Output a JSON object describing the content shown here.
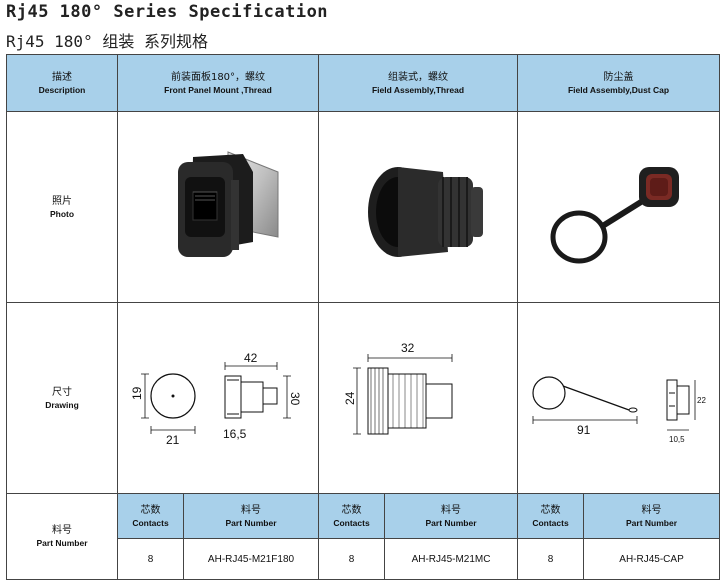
{
  "title_en": "Rj45 180° Series Specification",
  "title_zh": "Rj45 180° 组装 系列规格",
  "header": {
    "desc_zh": "描述",
    "desc_en": "Description",
    "col1_zh": "前装面板180°，螺纹",
    "col1_en": "Front Panel Mount ,Thread",
    "col2_zh": "组装式，螺纹",
    "col2_en": "Field Assembly,Thread",
    "col3_zh": "防尘盖",
    "col3_en": "Field Assembly,Dust Cap"
  },
  "rows": {
    "photo_zh": "照片",
    "photo_en": "Photo",
    "drawing_zh": "尺寸",
    "drawing_en": "Drawing",
    "part_zh": "料号",
    "part_en": "Part Number"
  },
  "drawings": {
    "d1": {
      "w": "42",
      "h": "30",
      "dia_h": "19",
      "dia_w": "21",
      "small": "16,5"
    },
    "d2": {
      "w": "32",
      "h": "24"
    },
    "d3": {
      "len": "91",
      "h": "22",
      "small": "10,5"
    }
  },
  "parts": {
    "contacts_zh": "芯数",
    "contacts_en": "Contacts",
    "pn_zh": "料号",
    "pn_en": "Part Number",
    "items": [
      {
        "contacts": "8",
        "part": "AH-RJ45-M21F180"
      },
      {
        "contacts": "8",
        "part": "AH-RJ45-M21MC"
      },
      {
        "contacts": "8",
        "part": "AH-RJ45-CAP"
      }
    ]
  },
  "colors": {
    "header_bg": "#a8d0ea",
    "border": "#444444"
  }
}
